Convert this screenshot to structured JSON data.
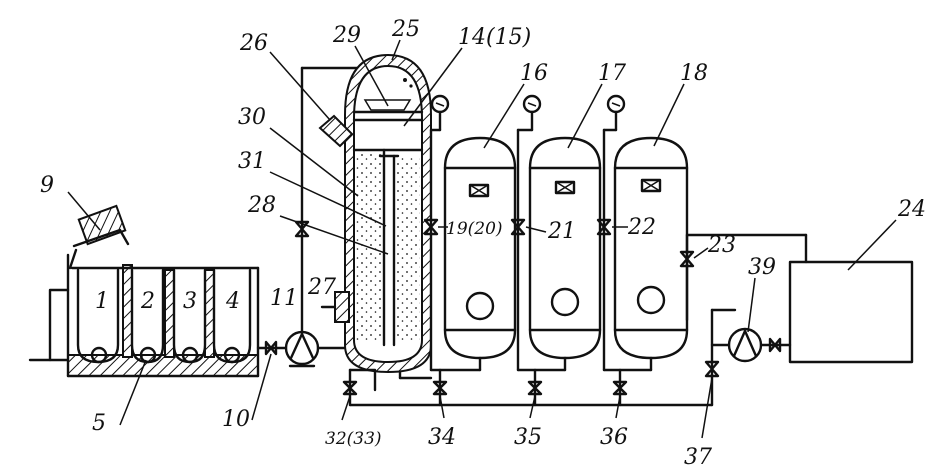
{
  "labels": {
    "l1": "1",
    "l2": "2",
    "l3": "3",
    "l4": "4",
    "l5": "5",
    "l9": "9",
    "l10": "10",
    "l11": "11",
    "l14": "14(15)",
    "l16": "16",
    "l17": "17",
    "l18": "18",
    "l19": "19(20)",
    "l21": "21",
    "l22": "22",
    "l23": "23",
    "l24": "24",
    "l25": "25",
    "l26": "26",
    "l27": "27",
    "l28": "28",
    "l29": "29",
    "l30": "30",
    "l31": "31",
    "l32": "32(33)",
    "l34": "34",
    "l35": "35",
    "l36": "36",
    "l37": "37",
    "l39": "39"
  },
  "icons": {
    "valve": "valve-icon",
    "pump": "pump-icon",
    "pressure_gauge": "pressure-gauge-icon",
    "sight_glass": "sight-glass-icon",
    "manhole": "manhole-icon"
  }
}
